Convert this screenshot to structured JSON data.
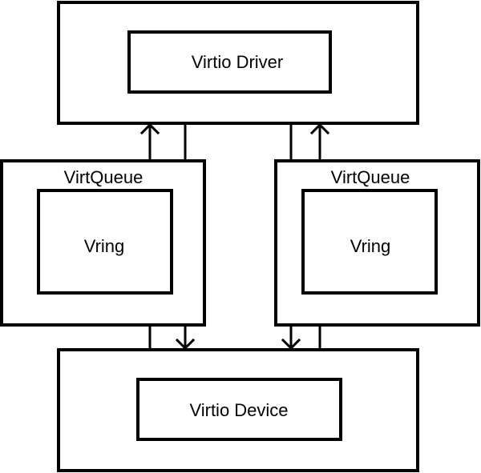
{
  "diagram": {
    "driver": {
      "label": "Virtio Driver"
    },
    "device": {
      "label": "Virtio Device"
    },
    "queues": [
      {
        "title": "VirtQueue",
        "inner_label": "Vring"
      },
      {
        "title": "VirtQueue",
        "inner_label": "Vring"
      }
    ]
  },
  "colors": {
    "stroke": "#000000",
    "background": "#ffffff"
  }
}
